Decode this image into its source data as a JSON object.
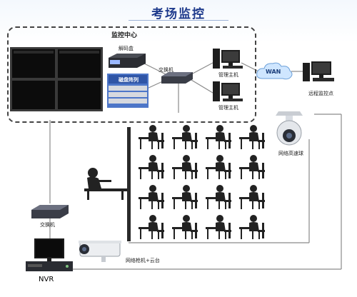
{
  "title": "考场监控",
  "labels": {
    "monitor_center": "监控中心",
    "decoder": "解码盒",
    "switch_center": "交换机",
    "disk_array": "磁盘阵列",
    "mgmt_host_1": "管理主机",
    "mgmt_host_2": "管理主机",
    "wan": "WAN",
    "remote_point": "远程监控点",
    "speed_dome": "网络高速球",
    "switch_local": "交换机",
    "bullet_camera": "网络枪机+云台",
    "nvr": "NVR"
  },
  "exam_room": {
    "rows": 4,
    "cols": 4
  },
  "colors": {
    "title": "#1e3a8c",
    "line": "#8a8a8a",
    "desk": "#222222",
    "wan_cloud": "#cfe6ff"
  }
}
